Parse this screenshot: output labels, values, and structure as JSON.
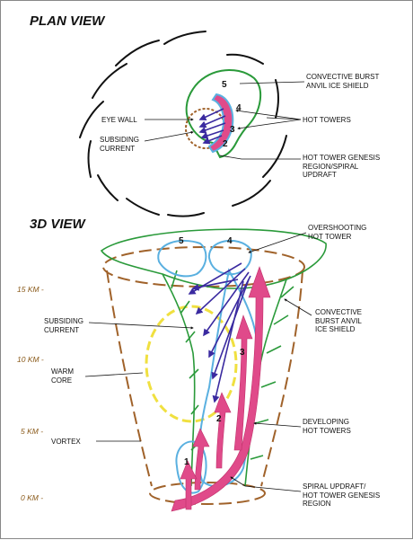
{
  "plan_view": {
    "title": "PLAN VIEW",
    "labels": {
      "anvil": "CONVECTIVE BURST\nANVIL ICE SHIELD",
      "eye_wall": "EYE WALL",
      "hot_towers": "HOT TOWERS",
      "subsiding": "SUBSIDING\nCURRENT",
      "genesis": "HOT TOWER GENESIS\nREGION/SPIRAL\nUPDRAFT"
    },
    "numbers": [
      "5",
      "4",
      "3",
      "2"
    ]
  },
  "view_3d": {
    "title": "3D VIEW",
    "labels": {
      "overshooting": "OVERSHOOTING\nHOT TOWER",
      "subsiding": "SUBSIDING\nCURRENT",
      "anvil": "CONVECTIVE\nBURST ANVIL\nICE SHIELD",
      "warm_core": "WARM\nCORE",
      "developing": "DEVELOPING\nHOT TOWERS",
      "vortex": "VORTEX",
      "spiral": "SPIRAL UPDRAFT/\nHOT TOWER GENESIS\nREGION"
    },
    "numbers": [
      "5",
      "4",
      "3",
      "2",
      "1"
    ],
    "altitudes": [
      "15 KM -",
      "10 KM -",
      "5 KM -",
      "0 KM -"
    ]
  },
  "colors": {
    "anvil": "#2a9a3a",
    "tower": "#5ab0e0",
    "updraft": "#e04a8a",
    "downdraft": "#3a2aa0",
    "vortex": "#a0622a",
    "warm_core": "#f0e040"
  }
}
